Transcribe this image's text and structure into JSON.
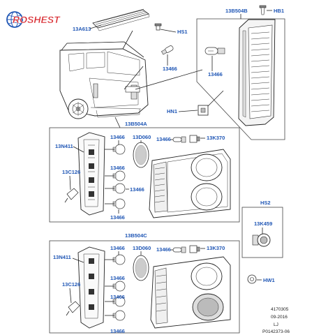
{
  "logo": {
    "text": "ROSHEST"
  },
  "labels": {
    "top_lamp": "13A613",
    "hs1": "HS1",
    "bulb_top": "13466",
    "box_top": "13B504B",
    "hb1": "HB1",
    "bulb_box": "13466",
    "hn1": "HN1",
    "box_a": "13B504A",
    "a_circuit": "13N411",
    "a_bulb1": "13466",
    "a_bulb2": "13466",
    "a_bulb3": "13466",
    "a_bulb4": "13466",
    "a_gasket": "13D060",
    "a_lamp_bulb": "13466",
    "a_socket": "13K370",
    "a_connector": "13C126",
    "hs2": "HS2",
    "hs2_part": "13K459",
    "box_c": "13B504C",
    "c_circuit": "13N411",
    "c_bulb1": "13466",
    "c_gasket": "13D060",
    "c_lamp_bulb": "13466",
    "c_socket": "13K370",
    "c_connector": "13C126",
    "c_bulb2": "13466",
    "c_bulb3": "13466",
    "c_bulb4": "13466",
    "hw1": "HW1"
  },
  "reference": {
    "number": "4170305",
    "date": "09-2016",
    "initials": "LJ",
    "drawing": "P0142373-06"
  },
  "colors": {
    "callout": "#1f56b5",
    "line": "#222222"
  }
}
